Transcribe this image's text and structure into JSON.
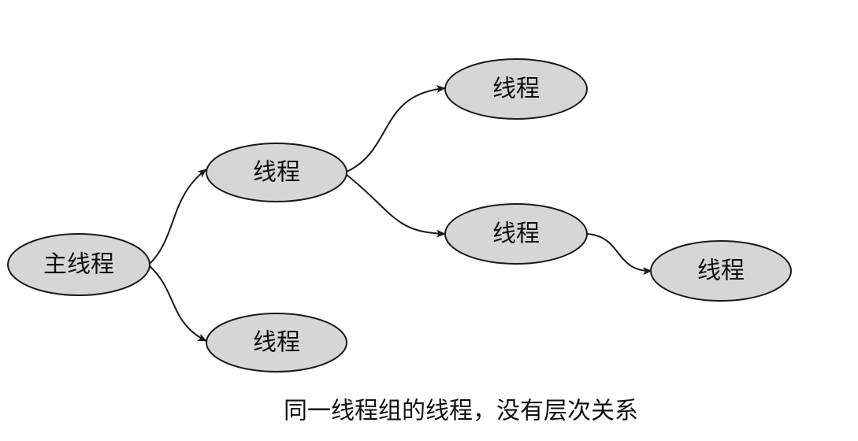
{
  "diagram": {
    "nodes": [
      {
        "id": "main",
        "label": "主线程"
      },
      {
        "id": "t1",
        "label": "线程"
      },
      {
        "id": "t2",
        "label": "线程"
      },
      {
        "id": "t3",
        "label": "线程"
      },
      {
        "id": "t4",
        "label": "线程"
      },
      {
        "id": "t5",
        "label": "线程"
      }
    ],
    "edges": [
      {
        "from": "main",
        "to": "t1"
      },
      {
        "from": "main",
        "to": "t2"
      },
      {
        "from": "t1",
        "to": "t3"
      },
      {
        "from": "t1",
        "to": "t4"
      },
      {
        "from": "t4",
        "to": "t5"
      }
    ],
    "caption": "同一线程组的线程，没有层次关系"
  }
}
